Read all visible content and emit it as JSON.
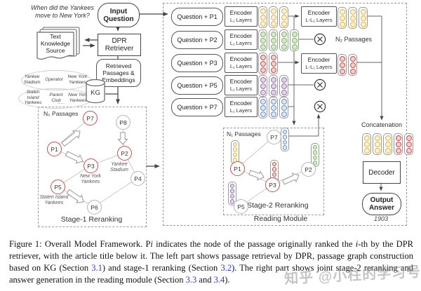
{
  "left": {
    "question_hint": "When did the Yankees move to New York?",
    "input_question": "Input Question",
    "text_knowledge_source": "Text Knowledge Source",
    "dpr_retriever": "DPR Retriever",
    "retrieved": "Retrieved Passages & Embeddings",
    "kg_label": "KG",
    "kg_triples": [
      [
        "Yankee Stadium",
        "Operator",
        "New York Yankees"
      ],
      [
        "Staten Island Yankees",
        "Parent Club",
        "New York Yankees"
      ]
    ],
    "kg_more": "......"
  },
  "stage1": {
    "box_label": "Stage-1 Reranking",
    "passages_label": "N₀ Passages",
    "nodes": [
      {
        "label": "P7"
      },
      {
        "label": "P8"
      },
      {
        "label": "P1"
      },
      {
        "label": "P2"
      },
      {
        "label": "P3"
      },
      {
        "label": "P4"
      },
      {
        "label": "P5"
      },
      {
        "label": "P6"
      }
    ],
    "annotations": [
      "Yankee Stadium",
      "New York Yankees",
      "Staten Island Yankees"
    ]
  },
  "reading": {
    "module_label": "Reading Module",
    "rows": [
      {
        "label": "Question + P1"
      },
      {
        "label": "Question + P2"
      },
      {
        "label": "Question + P3"
      },
      {
        "label": "Question + P5"
      },
      {
        "label": "Question + P7"
      }
    ],
    "encoder_title": "Encoder",
    "encoder_sub_lower": "L₁ Layers",
    "encoder_sub_upper": "L-L₁ Layers",
    "n2_label": "N₂ Passages",
    "stage2": {
      "box_label": "Stage-2 Reranking",
      "passages_label": "N₁ Passages",
      "nodes": [
        {
          "label": "P7"
        },
        {
          "label": "P1"
        },
        {
          "label": "P2"
        },
        {
          "label": "P3"
        },
        {
          "label": "P5"
        }
      ]
    },
    "concatenation": "Concatenation",
    "decoder": "Decoder",
    "output_answer": "Output Answer",
    "answer_value": "1903"
  },
  "caption": {
    "segments": [
      "Figure 1: Overall Model Framework. P",
      "i",
      " indicates the node of the passage originally ranked the ",
      "i",
      "-th by the DPR retriever, with the article title below it. The left part shows passage retrieval by DPR, passage graph construction based on KG (Section ",
      "3.1",
      ") and stage-1 reranking (Section ",
      "3.2",
      "). The right part shows joint stage-2 reranking and answer generation in the reading module (Section ",
      "3.3",
      " and ",
      "3.4",
      ")."
    ]
  },
  "watermark": "知乎 @小柱的学习号",
  "colors": {
    "node_highlight": "#b85450",
    "node_normal": "#b5b5b5",
    "token_yellow": "#fff2cc",
    "token_green": "#d5e8d4",
    "token_red": "#f8cecc",
    "token_purple": "#e1d5e7",
    "token_blue": "#dae8fc",
    "link_blue": "#2b3db5"
  }
}
